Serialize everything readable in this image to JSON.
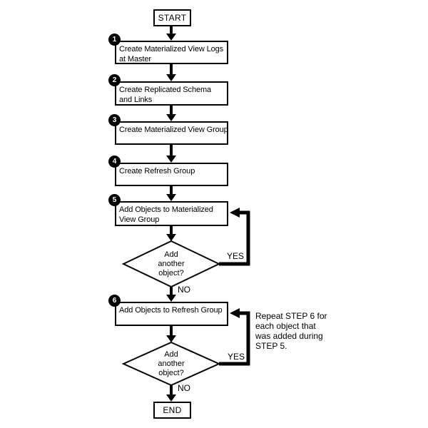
{
  "colors": {
    "line": "#000000",
    "background": "#ffffff",
    "badge_fill": "#000000",
    "badge_text": "#ffffff"
  },
  "terminals": {
    "start": "START",
    "end": "END"
  },
  "steps": [
    {
      "number": "1",
      "label": [
        "Create Materialized View Logs",
        "at Master"
      ]
    },
    {
      "number": "2",
      "label": [
        "Create Replicated Schema",
        "and Links"
      ]
    },
    {
      "number": "3",
      "label": [
        "Create Materialized View Group"
      ]
    },
    {
      "number": "4",
      "label": [
        "Create Refresh Group"
      ]
    },
    {
      "number": "5",
      "label": [
        "Add Objects to Materialized",
        "View Group"
      ]
    },
    {
      "number": "6",
      "label": [
        "Add Objects to Refresh Group"
      ]
    }
  ],
  "decisions": [
    {
      "question": [
        "Add",
        "another",
        "object?"
      ],
      "yes_label": "YES",
      "no_label": "NO"
    },
    {
      "question": [
        "Add",
        "another",
        "object?"
      ],
      "yes_label": "YES",
      "no_label": "NO"
    }
  ],
  "annotation": [
    "Repeat STEP 6 for",
    "each object that",
    "was added during",
    "STEP 5."
  ]
}
